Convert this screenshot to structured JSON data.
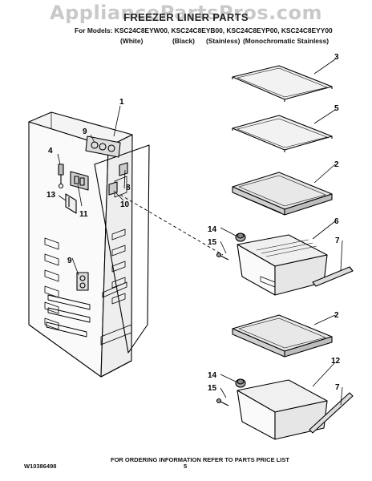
{
  "header": {
    "watermark": "AppliancePartsPros.com",
    "title": "FREEZER LINER PARTS",
    "models_line": "For Models: KSC24C8EYW00, KSC24C8EYB00, KSC24C8EYP00, KSC24C8EYY00",
    "variants": [
      "(White)",
      "(Black)",
      "(Stainless)",
      "(Monochromatic Stainless)"
    ]
  },
  "callouts": {
    "liner": "1",
    "shelf_lower": "2",
    "shelf_top": "3",
    "lamp_socket": "4",
    "shelf_middle": "5",
    "pan_upper": "6",
    "pan_cover_upper": "7",
    "pan_cover_lower": "7",
    "cover_right": "8",
    "control_top": "9",
    "control_low": "9",
    "cover_small": "10",
    "housing": "11",
    "pan_lower": "12",
    "wire_harness": "13",
    "roller_upper": "14",
    "roller_lower": "14",
    "screw_upper": "15",
    "screw_lower": "15",
    "shelf_bottom_2": "2"
  },
  "footer": {
    "part_number": "W10386498",
    "page": "5",
    "note": "FOR ORDERING INFORMATION REFER TO PARTS PRICE LIST"
  }
}
